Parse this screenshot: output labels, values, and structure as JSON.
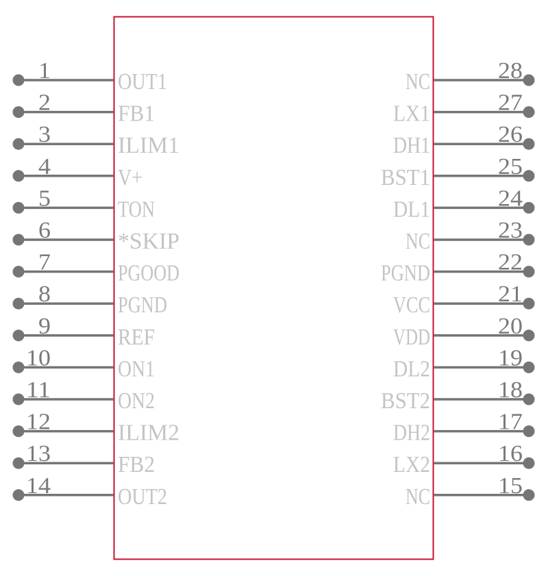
{
  "colors": {
    "body_outline": "#c8102e",
    "pin": "#757575",
    "pin_name": "#c4c4c4",
    "pin_number": "#7a7a7a"
  },
  "left_pins": [
    {
      "number": "1",
      "name": "OUT1"
    },
    {
      "number": "2",
      "name": "FB1"
    },
    {
      "number": "3",
      "name": "ILIM1"
    },
    {
      "number": "4",
      "name": "V+"
    },
    {
      "number": "5",
      "name": "TON"
    },
    {
      "number": "6",
      "name": "*SKIP"
    },
    {
      "number": "7",
      "name": "PGOOD"
    },
    {
      "number": "8",
      "name": "PGND"
    },
    {
      "number": "9",
      "name": "REF"
    },
    {
      "number": "10",
      "name": "ON1"
    },
    {
      "number": "11",
      "name": "ON2"
    },
    {
      "number": "12",
      "name": "ILIM2"
    },
    {
      "number": "13",
      "name": "FB2"
    },
    {
      "number": "14",
      "name": "OUT2"
    }
  ],
  "right_pins": [
    {
      "number": "28",
      "name": "NC"
    },
    {
      "number": "27",
      "name": "LX1"
    },
    {
      "number": "26",
      "name": "DH1"
    },
    {
      "number": "25",
      "name": "BST1"
    },
    {
      "number": "24",
      "name": "DL1"
    },
    {
      "number": "23",
      "name": "NC"
    },
    {
      "number": "22",
      "name": "PGND"
    },
    {
      "number": "21",
      "name": "VCC"
    },
    {
      "number": "20",
      "name": "VDD"
    },
    {
      "number": "19",
      "name": "DL2"
    },
    {
      "number": "18",
      "name": "BST2"
    },
    {
      "number": "17",
      "name": "DH2"
    },
    {
      "number": "16",
      "name": "LX2"
    },
    {
      "number": "15",
      "name": "NC"
    }
  ]
}
